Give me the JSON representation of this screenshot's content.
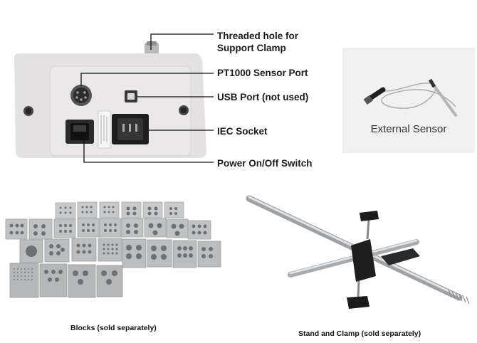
{
  "callouts": {
    "threaded_hole": [
      "Threaded hole for",
      "Support Clamp"
    ],
    "pt1000_port": "PT1000 Sensor Port",
    "usb_port": "USB Port (not used)",
    "iec_socket": "IEC Socket",
    "power_switch": "Power On/Off Switch"
  },
  "external_sensor": {
    "label": "External Sensor"
  },
  "captions": {
    "blocks": "Blocks (sold separately)",
    "stand": "Stand and Clamp (sold separately)"
  },
  "colors": {
    "device_body": "#e6e3e5",
    "device_panel": "#ebe8ea",
    "block_metal": "#c4c6c8",
    "rod_metal": "#bfc3c6",
    "knob": "#222222",
    "sensor_bg": "#f1f1f1"
  }
}
